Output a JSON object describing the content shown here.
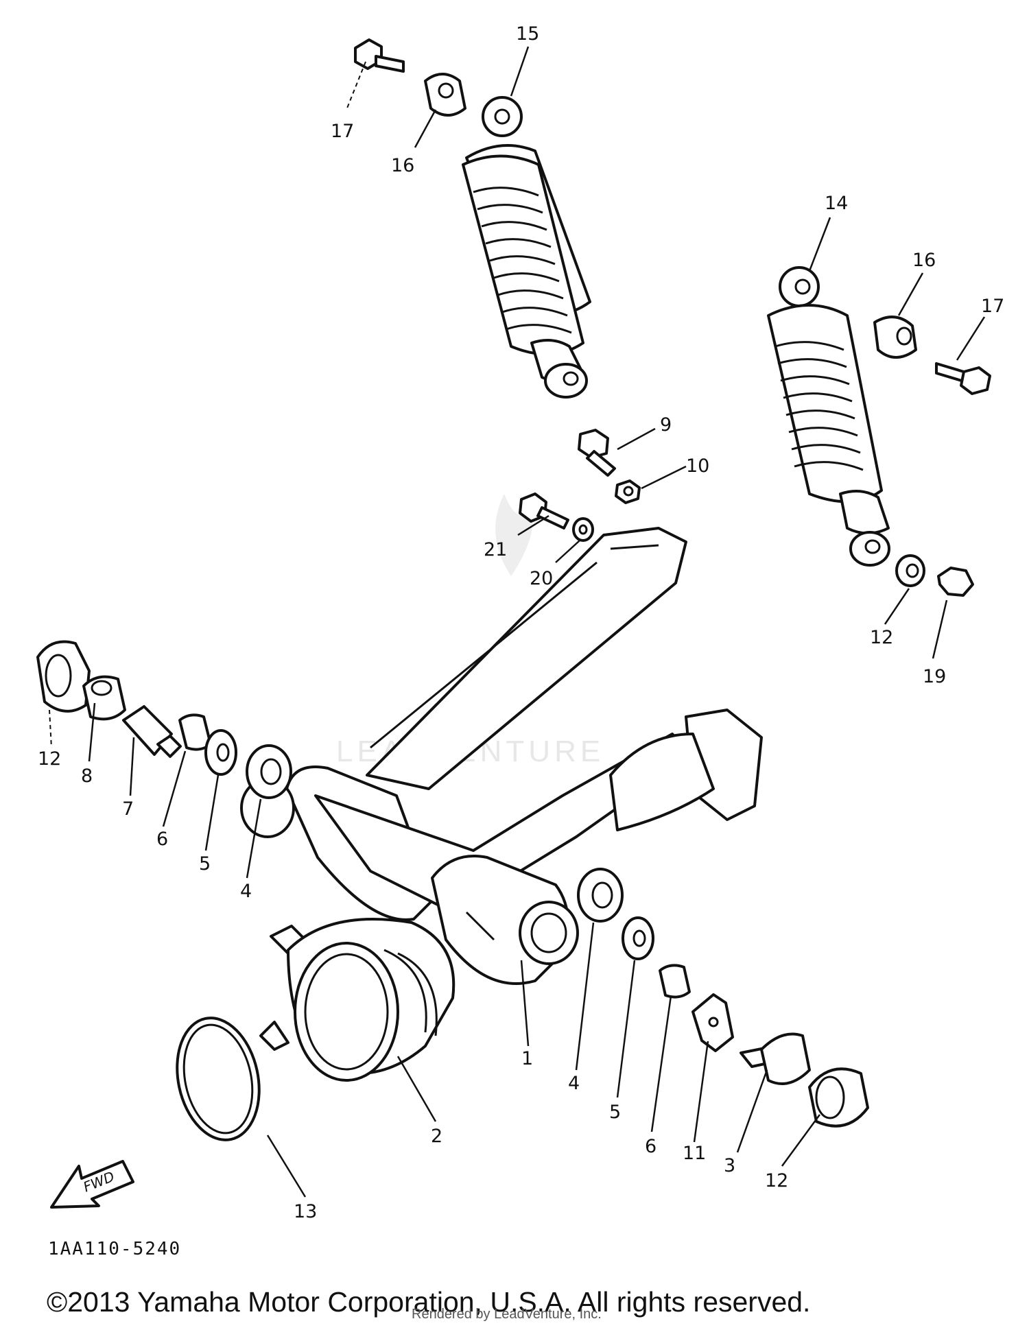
{
  "diagram": {
    "reference_code": "1AA110-5240",
    "copyright": "©2013 Yamaha Motor Corporation, U.S.A. All rights reserved.",
    "rendered_by": "Rendered by LeadVenture, Inc.",
    "watermark": "LEADVENTURE",
    "fwd_label": "FWD",
    "callouts": {
      "c1": "1",
      "c2": "2",
      "c3": "3",
      "c4a": "4",
      "c4b": "4",
      "c5a": "5",
      "c5b": "5",
      "c6a": "6",
      "c6b": "6",
      "c7": "7",
      "c8": "8",
      "c9": "9",
      "c10": "10",
      "c11": "11",
      "c12a": "12",
      "c12b": "12",
      "c12c": "12",
      "c13": "13",
      "c14": "14",
      "c15": "15",
      "c16a": "16",
      "c16b": "16",
      "c17a": "17",
      "c17b": "17",
      "c19": "19",
      "c20": "20",
      "c21": "21"
    }
  }
}
